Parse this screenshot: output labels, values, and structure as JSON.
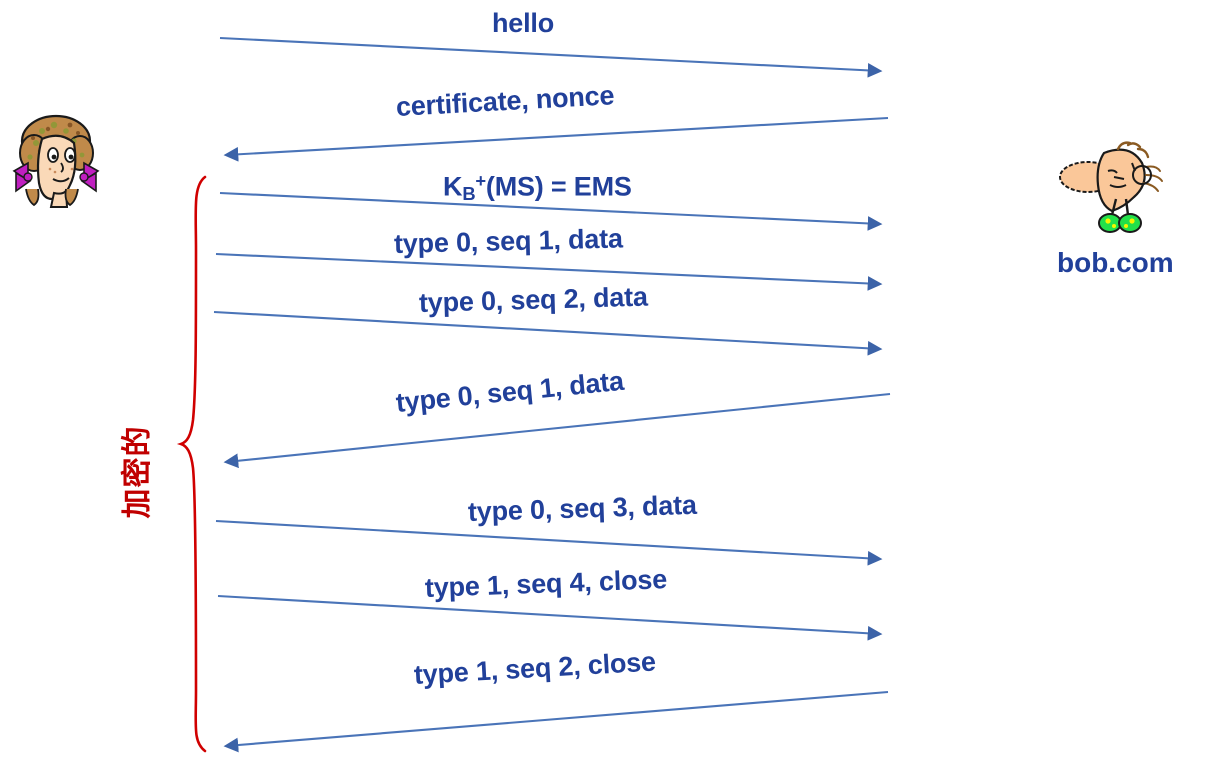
{
  "diagram": {
    "title": "SSL/TLS handshake and record protocol message sequence",
    "background_color": "#FFFFFF",
    "arrow_color": "#4A74B8",
    "label_color": "#21409A",
    "brace_color": "#C00000"
  },
  "actors": {
    "client": {
      "name": "alice",
      "icon": "alice-face-icon",
      "label": ""
    },
    "server": {
      "name": "bob",
      "icon": "bob-figure-icon",
      "label": "bob.com"
    }
  },
  "encrypted_bracket": {
    "label": "加密的",
    "color": "#C00000"
  },
  "messages": [
    {
      "id": "m1",
      "label": "hello",
      "direction": "right"
    },
    {
      "id": "m2",
      "label_parts": {
        "text": "certificate, nonce"
      },
      "label": "certificate, nonce",
      "direction": "left"
    },
    {
      "id": "m3",
      "label": "K_B+(MS) = EMS",
      "key": "K",
      "key_sub": "B",
      "key_sup": "+",
      "key_rest": "(MS) = EMS",
      "direction": "right"
    },
    {
      "id": "m4",
      "label": "type 0, seq 1, data",
      "direction": "right"
    },
    {
      "id": "m5",
      "label": "type 0, seq 2, data",
      "direction": "right"
    },
    {
      "id": "m6",
      "label": "type 0, seq 1, data",
      "direction": "left"
    },
    {
      "id": "m7",
      "label": "type 0, seq 3, data",
      "direction": "right"
    },
    {
      "id": "m8",
      "label": "type 1, seq 4, close",
      "direction": "right"
    },
    {
      "id": "m9",
      "label": "type 1, seq 2, close",
      "direction": "left"
    }
  ]
}
